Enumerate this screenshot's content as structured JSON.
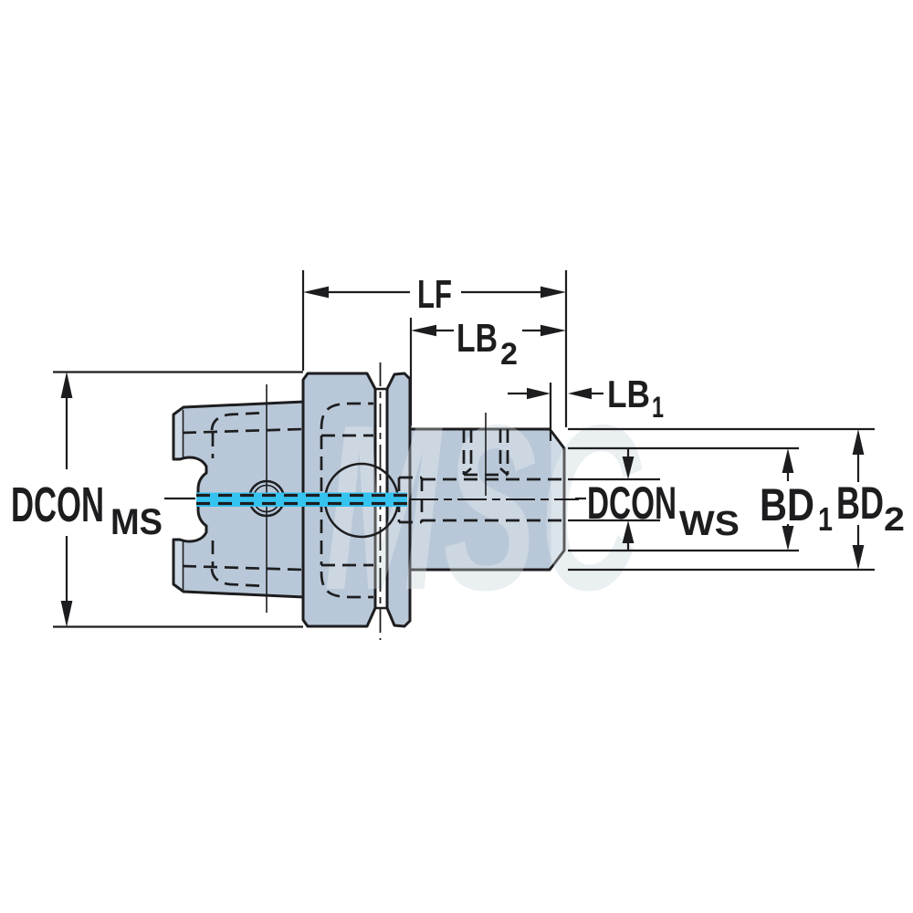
{
  "watermark": "MSC",
  "colors": {
    "background": "#ffffff",
    "body": "#b9c8d8",
    "body_light": "#cdd9e4",
    "line": "#1d1d1f",
    "centerline_cyan": "#35c3f0",
    "watermark": "#e3e9ee"
  },
  "dimensions": {
    "lf": {
      "label": "LF",
      "sub": ""
    },
    "lb2": {
      "label": "LB",
      "sub": "2"
    },
    "lb1": {
      "label": "LB",
      "sub": "1"
    },
    "dcon_ms": {
      "label": "DCON",
      "sub": "MS"
    },
    "dcon_ws": {
      "label": "DCON",
      "sub": "WS"
    },
    "bd1": {
      "label": "BD",
      "sub": "1"
    },
    "bd2": {
      "label": "BD",
      "sub": "2"
    }
  }
}
